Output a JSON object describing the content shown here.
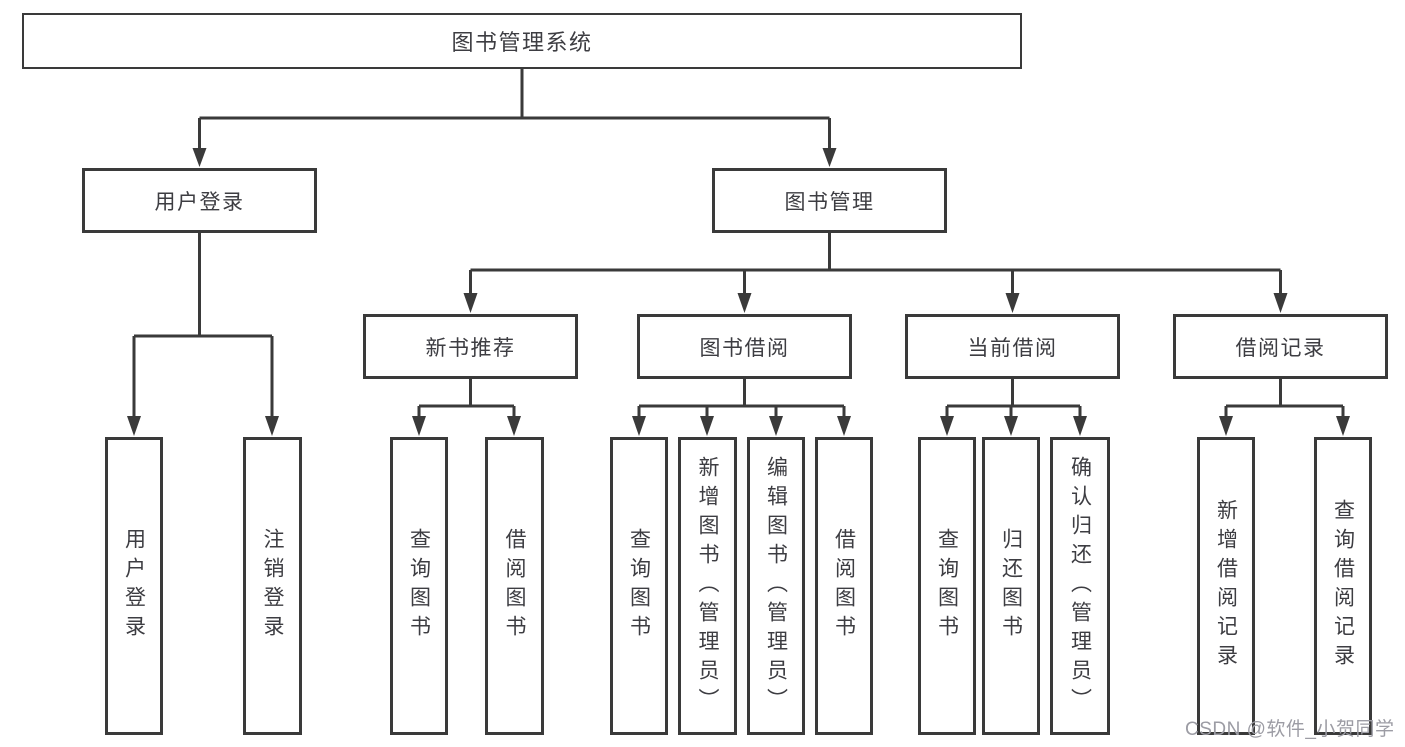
{
  "tree": {
    "label": "图书管理系统",
    "children": [
      {
        "label": "用户登录",
        "children": [
          {
            "label": "用户登录"
          },
          {
            "label": "注销登录"
          }
        ]
      },
      {
        "label": "图书管理",
        "children": [
          {
            "label": "新书推荐",
            "children": [
              {
                "label": "查询图书"
              },
              {
                "label": "借阅图书"
              }
            ]
          },
          {
            "label": "图书借阅",
            "children": [
              {
                "label": "查询图书"
              },
              {
                "label": "新增图书（管理员）"
              },
              {
                "label": "编辑图书（管理员）"
              },
              {
                "label": "借阅图书"
              }
            ]
          },
          {
            "label": "当前借阅",
            "children": [
              {
                "label": "查询图书"
              },
              {
                "label": "归还图书"
              },
              {
                "label": "确认归还（管理员）"
              }
            ]
          },
          {
            "label": "借阅记录",
            "children": [
              {
                "label": "新增借阅记录"
              },
              {
                "label": "查询借阅记录"
              }
            ]
          }
        ]
      }
    ]
  },
  "watermark": {
    "text": "CSDN @软件_小贺同学"
  },
  "colors": {
    "line": "#3a3a3a",
    "box_border": "#3a3a3a",
    "text": "#3d3d42",
    "watermark": "#9c9ca4",
    "background": "#ffffff"
  }
}
